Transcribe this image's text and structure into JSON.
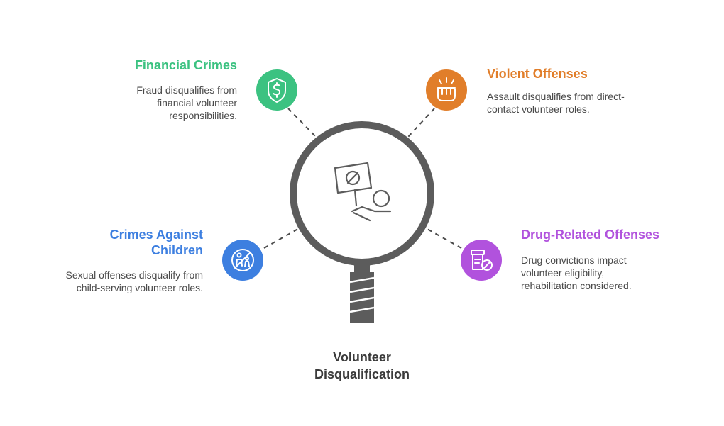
{
  "center": {
    "title": "Volunteer Disqualification"
  },
  "colors": {
    "financial": "#3cc281",
    "violent": "#e17e2a",
    "children": "#3d7fe0",
    "drug": "#b152dd",
    "magnifier": "#5c5c5c"
  },
  "categories": [
    {
      "id": "financial",
      "title": "Financial Crimes",
      "description": "Fraud disqualifies from financial volunteer responsibilities.",
      "icon": "dollar-shield-icon"
    },
    {
      "id": "violent",
      "title": "Violent Offenses",
      "description": "Assault disqualifies from direct-contact volunteer roles.",
      "icon": "fist-icon"
    },
    {
      "id": "children",
      "title": "Crimes Against Children",
      "description": "Sexual offenses disqualify from child-serving volunteer roles.",
      "icon": "no-children-icon"
    },
    {
      "id": "drug",
      "title": "Drug-Related Offenses",
      "description": "Drug convictions impact volunteer eligibility, rehabilitation considered.",
      "icon": "pill-bottle-icon"
    }
  ]
}
